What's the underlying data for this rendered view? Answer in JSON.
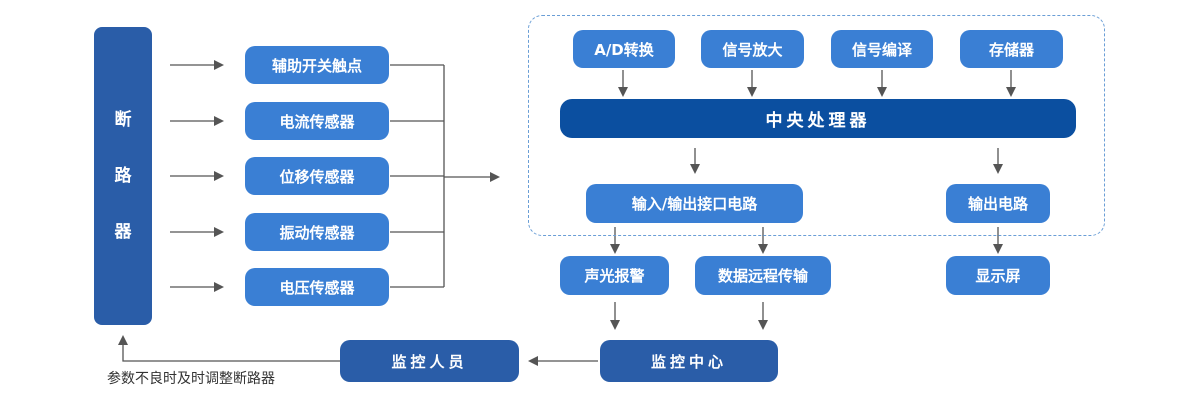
{
  "breaker_chars": [
    "断",
    "路",
    "器"
  ],
  "sensors": [
    "辅助开关触点",
    "电流传感器",
    "位移传感器",
    "振动传感器",
    "电压传感器"
  ],
  "top_modules": [
    "A/D转换",
    "信号放大",
    "信号编译",
    "存储器"
  ],
  "cpu": "中央处理器",
  "io_interface": "输入/输出接口电路",
  "output_circuit": "输出电路",
  "alarm": "声光报警",
  "remote_transmission": "数据远程传输",
  "display": "显示屏",
  "monitor_center": "监控中心",
  "monitor_staff": "监控人员",
  "feedback_note": "参数不良时及时调整断路器",
  "colors": {
    "light_box": "#3a7fd4",
    "dark_box": "#2a5da8",
    "cpu": "#0b4fa0",
    "arrow": "#555555",
    "dashed_border": "#6a9ed6"
  }
}
